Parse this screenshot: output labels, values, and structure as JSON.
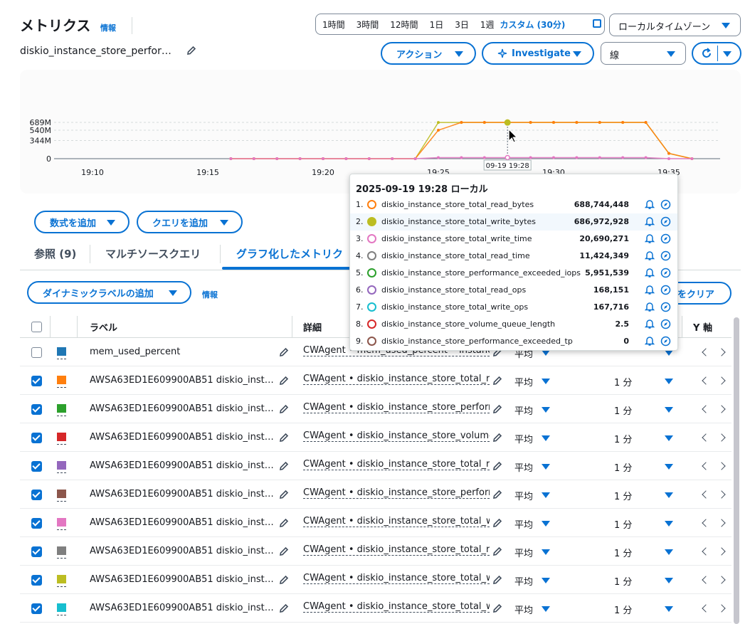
{
  "header": {
    "title": "メトリクス",
    "info": "情報",
    "subtitle": "diskio_instance_store_perfor…"
  },
  "time_range": {
    "options": [
      "1時間",
      "3時間",
      "12時間",
      "1日",
      "3日",
      "1週"
    ],
    "custom": "カスタム (30分)"
  },
  "timezone": "ローカルタイムゾーン",
  "toolbar": {
    "actions": "アクション",
    "investigate": "Investigate",
    "graph_type": "線"
  },
  "chart": {
    "y_ticks": [
      "689M",
      "540M",
      "344M",
      "0"
    ],
    "x_ticks": [
      "19:10",
      "19:15",
      "19:20",
      "19:25",
      "19:30",
      "19:35"
    ],
    "crosshair_label": "09-19 19:28"
  },
  "chart_data": {
    "type": "line",
    "x": [
      "19:16",
      "19:17",
      "19:18",
      "19:19",
      "19:20",
      "19:21",
      "19:22",
      "19:23",
      "19:24",
      "19:25",
      "19:26",
      "19:27",
      "19:28",
      "19:29",
      "19:30",
      "19:31",
      "19:32",
      "19:33",
      "19:34",
      "19:35",
      "19:36"
    ],
    "series": [
      {
        "name": "diskio_instance_store_total_write_bytes",
        "color": "#bcbd22",
        "values": [
          0,
          0,
          0,
          0,
          0,
          0,
          0,
          0,
          0,
          686972928,
          686972928,
          686972928,
          686972928,
          686972928,
          686972928,
          686972928,
          686972928,
          686972928,
          686972928,
          100000000,
          0
        ]
      },
      {
        "name": "diskio_instance_store_total_read_bytes",
        "color": "#ff7f0e",
        "values": [
          0,
          0,
          0,
          0,
          0,
          0,
          0,
          0,
          0,
          540000000,
          688744448,
          688744448,
          688744448,
          688744448,
          688744448,
          688744448,
          688744448,
          688744448,
          688744448,
          100000000,
          0
        ]
      },
      {
        "name": "diskio_instance_store_total_write_time",
        "color": "#e377c2",
        "values": [
          0,
          0,
          0,
          0,
          0,
          0,
          0,
          0,
          0,
          20690271,
          20690271,
          20690271,
          20690271,
          20690271,
          20690271,
          20690271,
          20690271,
          20690271,
          20690271,
          0,
          0
        ]
      }
    ],
    "y_ticks": [
      "689M",
      "540M",
      "344M",
      "0"
    ],
    "ylim": [
      0,
      689000000
    ],
    "grid": true
  },
  "tooltip": {
    "title": "2025-09-19 19:28 ローカル",
    "rows": [
      {
        "num": "1.",
        "name": "diskio_instance_store_total_read_bytes",
        "value": "688,744,448",
        "color": "#ff7f0e",
        "filled": false
      },
      {
        "num": "2.",
        "name": "diskio_instance_store_total_write_bytes",
        "value": "686,972,928",
        "color": "#bcbd22",
        "filled": true
      },
      {
        "num": "3.",
        "name": "diskio_instance_store_total_write_time",
        "value": "20,690,271",
        "color": "#e377c2",
        "filled": false
      },
      {
        "num": "4.",
        "name": "diskio_instance_store_total_read_time",
        "value": "11,424,349",
        "color": "#7f7f7f",
        "filled": false
      },
      {
        "num": "5.",
        "name": "diskio_instance_store_performance_exceeded_iops",
        "value": "5,951,539",
        "color": "#2ca02c",
        "filled": false
      },
      {
        "num": "6.",
        "name": "diskio_instance_store_total_read_ops",
        "value": "168,151",
        "color": "#9467bd",
        "filled": false
      },
      {
        "num": "7.",
        "name": "diskio_instance_store_total_write_ops",
        "value": "167,716",
        "color": "#17becf",
        "filled": false
      },
      {
        "num": "8.",
        "name": "diskio_instance_store_volume_queue_length",
        "value": "2.5",
        "color": "#d62728",
        "filled": false
      },
      {
        "num": "9.",
        "name": "diskio_instance_store_performance_exceeded_tp",
        "value": "0",
        "color": "#8c564b",
        "filled": false
      }
    ]
  },
  "buttons": {
    "add_math": "数式を追加",
    "add_query": "クエリを追加",
    "dynamic_label": "ダイナミックラベルの追加",
    "info": "情報",
    "clear": "をクリア"
  },
  "tabs": [
    {
      "label": "参照 (9)"
    },
    {
      "label": "マルチソースクエリ"
    },
    {
      "label": "グラフ化したメトリク"
    }
  ],
  "table": {
    "headers": {
      "label": "ラベル",
      "detail": "詳細",
      "y_axis": "Y 軸"
    },
    "rows": [
      {
        "checked": false,
        "color": "#1f77b4",
        "label": "mem_used_percent",
        "detail": "CWAgent • mem_used_percent • InstanceId",
        "stat": "平均",
        "period": ""
      },
      {
        "checked": true,
        "color": "#ff7f0e",
        "label": "AWSA63ED1E609900AB51 diskio_inst…",
        "detail": "CWAgent • diskio_instance_store_total_re",
        "stat": "平均",
        "period": "1 分"
      },
      {
        "checked": true,
        "color": "#2ca02c",
        "label": "AWSA63ED1E609900AB51 diskio_inst…",
        "detail": "CWAgent • diskio_instance_store_perforn",
        "stat": "平均",
        "period": "1 分"
      },
      {
        "checked": true,
        "color": "#d62728",
        "label": "AWSA63ED1E609900AB51 diskio_inst…",
        "detail": "CWAgent • diskio_instance_store_volume",
        "stat": "平均",
        "period": "1 分"
      },
      {
        "checked": true,
        "color": "#9467bd",
        "label": "AWSA63ED1E609900AB51 diskio_inst…",
        "detail": "CWAgent • diskio_instance_store_total_re",
        "stat": "平均",
        "period": "1 分"
      },
      {
        "checked": true,
        "color": "#8c564b",
        "label": "AWSA63ED1E609900AB51 diskio_inst…",
        "detail": "CWAgent • diskio_instance_store_perforn",
        "stat": "平均",
        "period": "1 分"
      },
      {
        "checked": true,
        "color": "#e377c2",
        "label": "AWSA63ED1E609900AB51 diskio_inst…",
        "detail": "CWAgent • diskio_instance_store_total_w",
        "stat": "平均",
        "period": "1 分"
      },
      {
        "checked": true,
        "color": "#7f7f7f",
        "label": "AWSA63ED1E609900AB51 diskio_inst…",
        "detail": "CWAgent • diskio_instance_store_total_re",
        "stat": "平均",
        "period": "1 分"
      },
      {
        "checked": true,
        "color": "#bcbd22",
        "label": "AWSA63ED1E609900AB51 diskio_inst…",
        "detail": "CWAgent • diskio_instance_store_total_w",
        "stat": "平均",
        "period": "1 分"
      },
      {
        "checked": true,
        "color": "#17becf",
        "label": "AWSA63ED1E609900AB51 diskio_inst…",
        "detail": "CWAgent • diskio_instance_store_total_w",
        "stat": "平均",
        "period": "1 分"
      }
    ]
  }
}
